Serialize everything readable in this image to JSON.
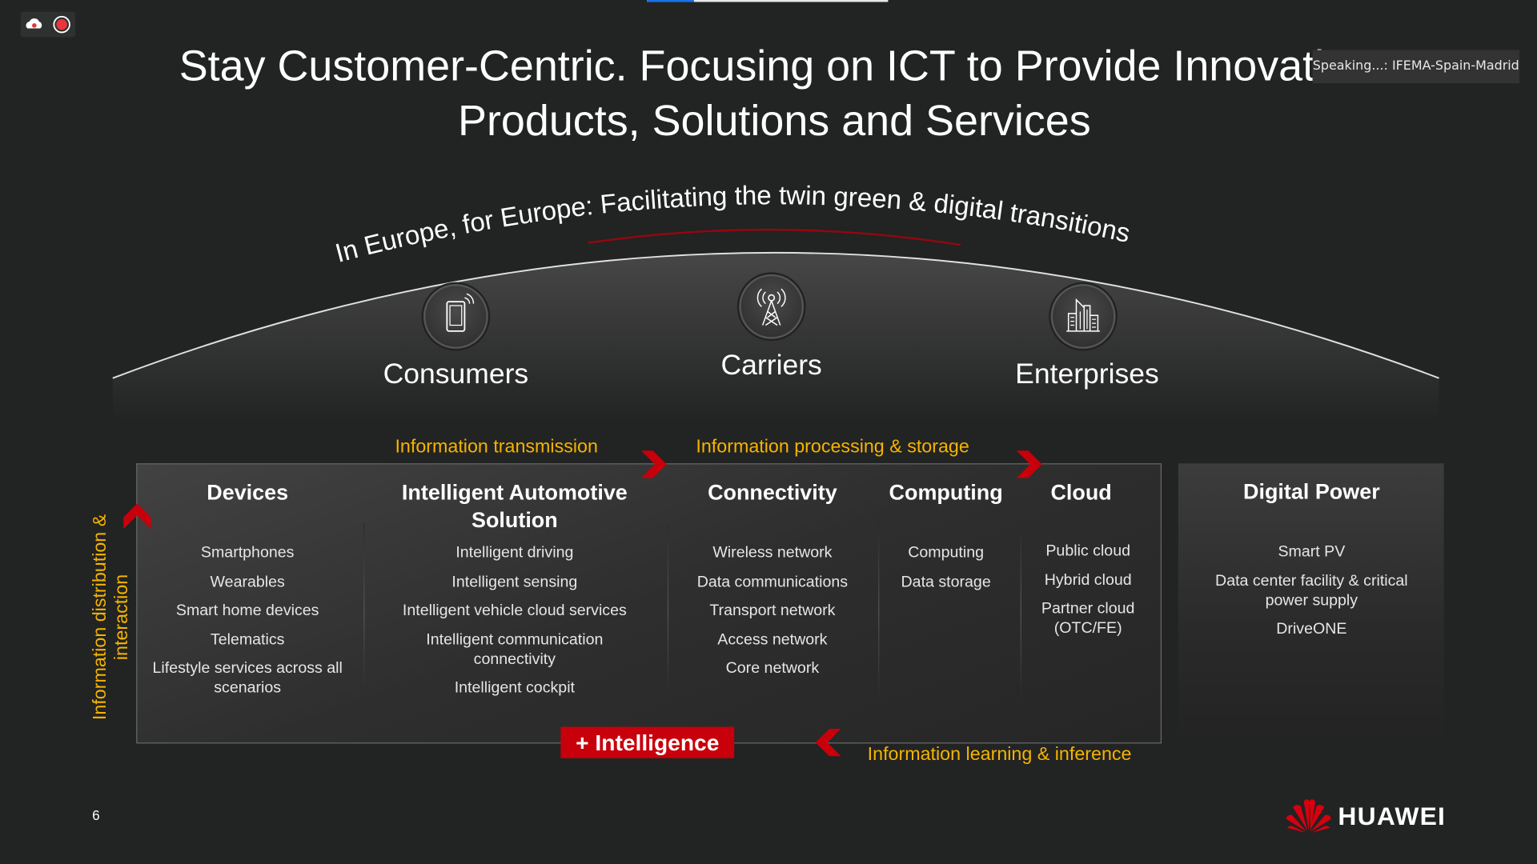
{
  "meeting": {
    "speaking_label": "Speaking...:  IFEMA-Spain-Madrid"
  },
  "slide": {
    "title_line1": "Stay Customer-Centric. Focusing on ICT to Provide Innovative",
    "title_line2": "Products, Solutions and Services",
    "arc_text": "In Europe, for Europe: Facilitating the twin green & digital transitions",
    "segments": [
      {
        "label": "Consumers",
        "icon": "smartphone-icon"
      },
      {
        "label": "Carriers",
        "icon": "antenna-tower-icon"
      },
      {
        "label": "Enterprises",
        "icon": "buildings-icon"
      }
    ],
    "flow_labels": {
      "transmission": "Information transmission",
      "processing": "Information processing & storage",
      "distribution": "Information distribution & interaction",
      "learning": "Information learning & inference"
    },
    "columns": [
      {
        "title": "Devices",
        "items": [
          "Smartphones",
          "Wearables",
          "Smart home devices",
          "Telematics",
          "Lifestyle services across all scenarios"
        ]
      },
      {
        "title": "Intelligent Automotive Solution",
        "items": [
          "Intelligent driving",
          "Intelligent sensing",
          "Intelligent vehicle cloud services",
          "Intelligent communication connectivity",
          "Intelligent cockpit"
        ]
      },
      {
        "title": "Connectivity",
        "items": [
          "Wireless network",
          "Data communications",
          "Transport network",
          "Access network",
          "Core network"
        ]
      },
      {
        "title": "Computing",
        "items": [
          "Computing",
          "Data storage"
        ]
      },
      {
        "title": "Cloud",
        "items": [
          "Public cloud",
          "Hybrid cloud",
          "Partner cloud (OTC/FE)"
        ]
      },
      {
        "title": "Digital Power",
        "items": [
          "Smart PV",
          "Data center facility & critical power supply",
          "DriveONE"
        ]
      }
    ],
    "intelligence_badge": "+ Intelligence",
    "page_number": "6",
    "brand": "HUAWEI"
  },
  "colors": {
    "background": "#222323",
    "accent_red": "#c7000b",
    "accent_orange": "#f5b400"
  }
}
